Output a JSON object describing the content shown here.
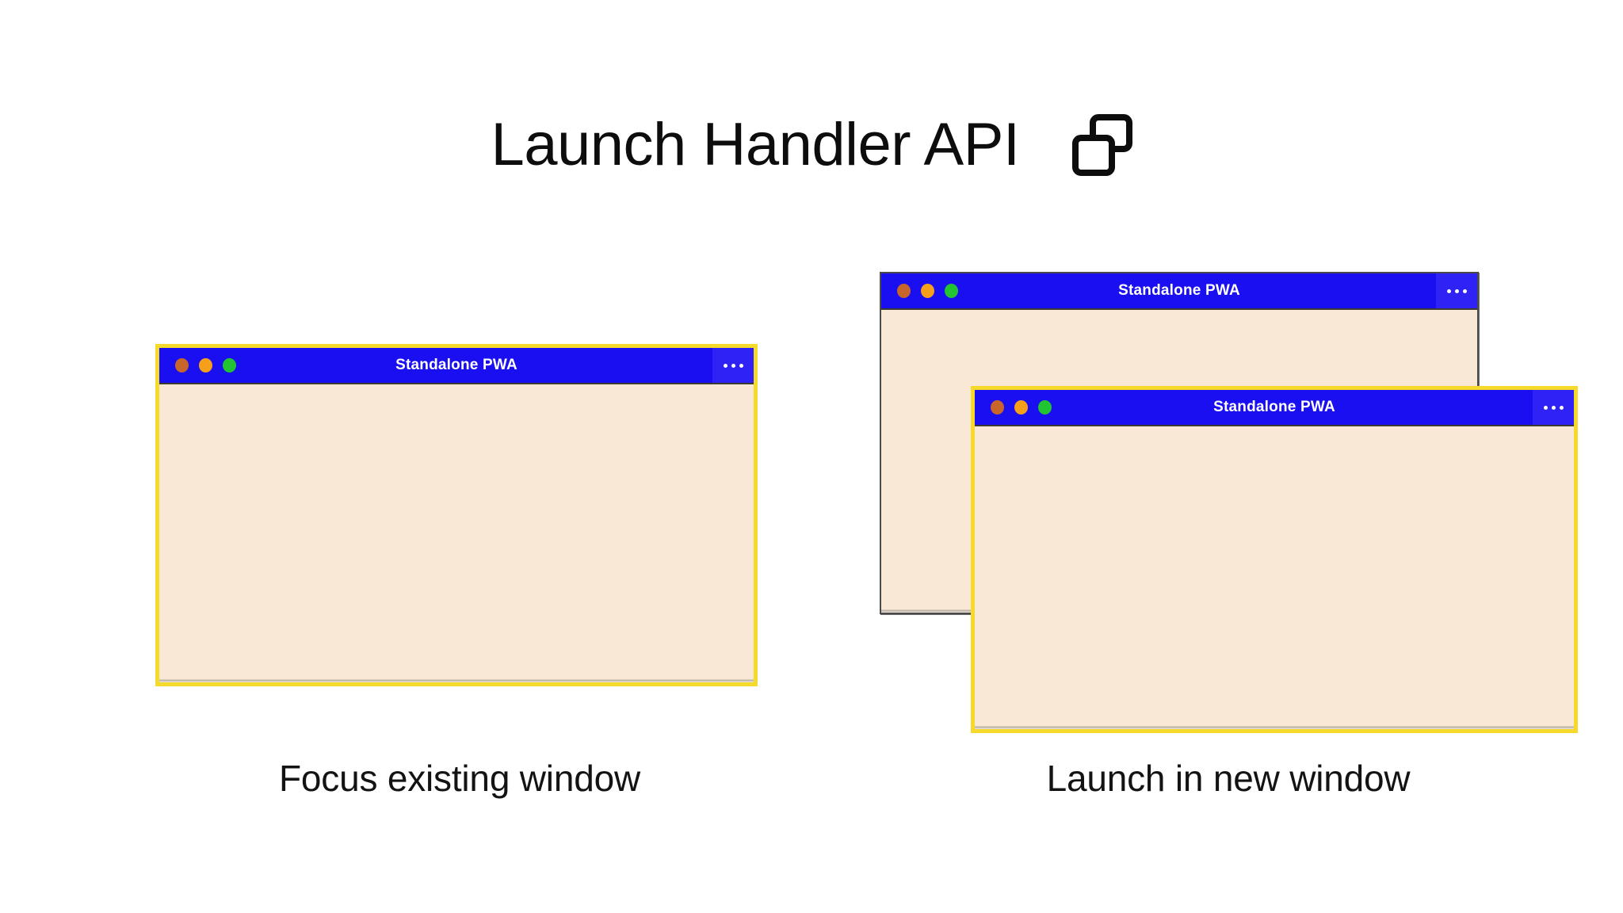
{
  "page": {
    "background_color": "#ffffff",
    "title": "Launch Handler API",
    "title_icon": "two-windows-icon"
  },
  "colors": {
    "titlebar_blue": "#1a0ff0",
    "menu_button_blue": "#2f22f5",
    "window_content_cream": "#f8e8d5",
    "highlight_yellow": "#f6da2b",
    "plain_border_gray": "#4a4a4a",
    "traffic_close": "#c8652b",
    "traffic_minimize": "#f59f1b",
    "traffic_maximize": "#22c431",
    "text_black": "#131313"
  },
  "scenarios": [
    {
      "id": "focus-existing-window",
      "caption": "Focus existing window",
      "windows": [
        {
          "role": "focused",
          "title": "Standalone PWA",
          "highlighted": true,
          "menu_label": "...",
          "traffic_lights": [
            "close",
            "minimize",
            "maximize"
          ]
        }
      ]
    },
    {
      "id": "launch-in-new-window",
      "caption": "Launch in new window",
      "windows": [
        {
          "role": "background",
          "title": "Standalone PWA",
          "highlighted": false,
          "menu_label": "...",
          "traffic_lights": [
            "close",
            "minimize",
            "maximize"
          ]
        },
        {
          "role": "new-focused",
          "title": "Standalone PWA",
          "highlighted": true,
          "menu_label": "...",
          "traffic_lights": [
            "close",
            "minimize",
            "maximize"
          ]
        }
      ]
    }
  ]
}
